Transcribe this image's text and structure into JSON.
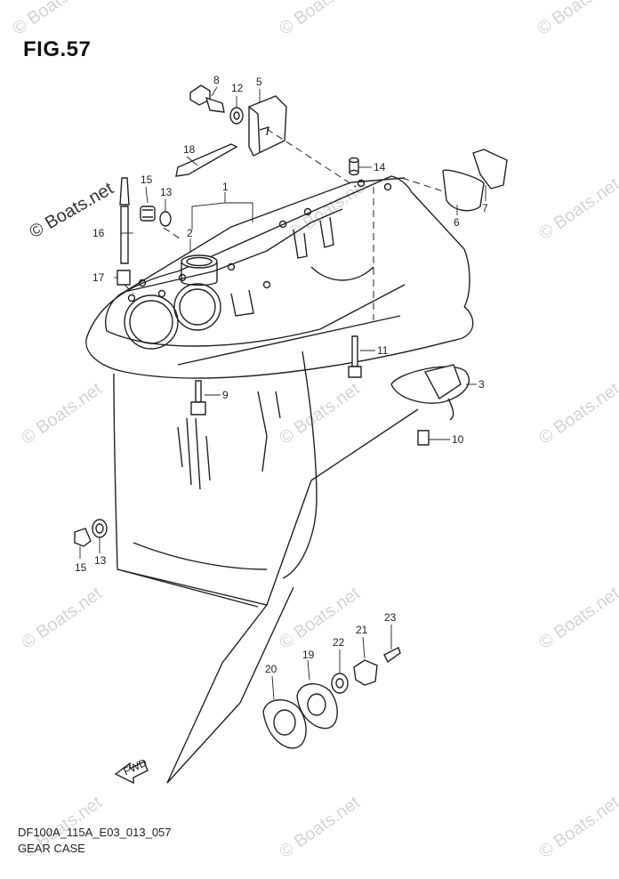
{
  "figure": {
    "title": "FIG.57",
    "code": "DF100A_115A_E03_013_057",
    "name": "GEAR CASE",
    "direction_label": "FWD"
  },
  "watermark": {
    "text": "© Boats.net",
    "text_color": "#d4d4d4"
  },
  "callouts": [
    "1",
    "2",
    "3",
    "5",
    "6",
    "7",
    "8",
    "9",
    "10",
    "11",
    "12",
    "13",
    "13",
    "14",
    "15",
    "15",
    "16",
    "17",
    "18",
    "19",
    "20",
    "21",
    "22",
    "23"
  ],
  "colors": {
    "line": "#222222",
    "background": "#ffffff"
  }
}
